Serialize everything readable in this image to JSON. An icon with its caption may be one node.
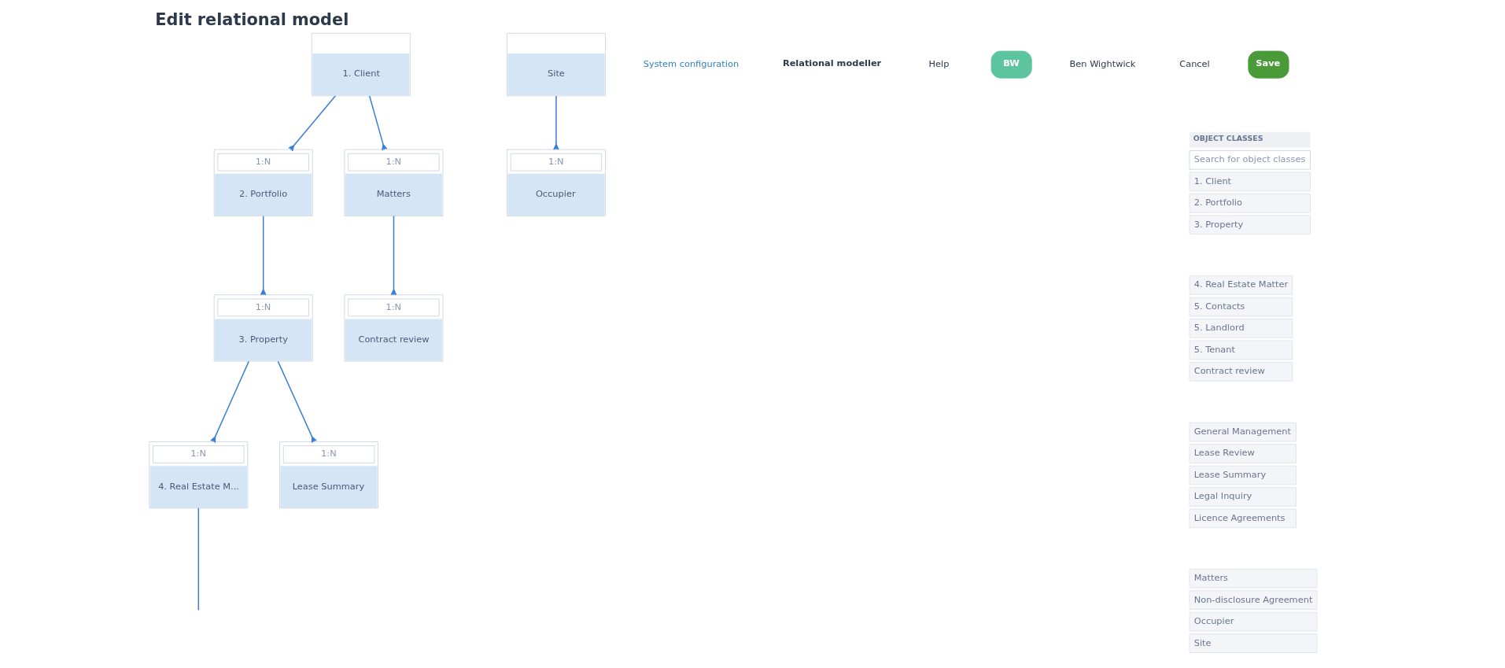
{
  "diagram": {
    "title": "Edit relational model",
    "nodes": [
      {
        "text": [
          "1. Client"
        ]
      },
      {
        "text": [
          "1:N",
          "2. Portfolio"
        ]
      },
      {
        "text": [
          "1:N",
          "Matters"
        ]
      },
      {
        "text": [
          "1:N",
          "3. Property"
        ]
      },
      {
        "text": [
          "1:N",
          "Contract review"
        ]
      },
      {
        "text": [
          "1:N",
          "4. Real Estate M..."
        ]
      },
      {
        "text": [
          "1:N",
          "Lease Summary"
        ]
      },
      {
        "text": [
          "Site"
        ]
      },
      {
        "text": [
          "1:N",
          "Occupier"
        ]
      }
    ],
    "edges": [
      {
        "from": 0,
        "to": 1,
        "arrow": "other"
      },
      {
        "from": 0,
        "to": 2,
        "arrow": "other"
      },
      {
        "from": 1,
        "to": 3,
        "arrow": "other"
      },
      {
        "from": 2,
        "to": 4,
        "arrow": "other"
      },
      {
        "from": 3,
        "to": 5,
        "arrow": "other"
      },
      {
        "from": 3,
        "to": 6,
        "arrow": "other"
      },
      {
        "from": 7,
        "to": 8,
        "arrow": "other"
      },
      {
        "from": 5,
        "to": null,
        "arrow": "none"
      }
    ],
    "labels": [
      "System configuration",
      "Relational modeller",
      "Help",
      "BW",
      "Ben Wightwick",
      "Cancel",
      "Save",
      "OBJECT CLASSES",
      "Search for object classes",
      "1. Client",
      "2. Portfolio",
      "3. Property",
      "4. Real Estate Matter",
      "5. Contacts",
      "5. Landlord",
      "5. Tenant",
      "Contract review",
      "General Management",
      "Lease Review",
      "Lease Summary",
      "Legal Inquiry",
      "Licence Agreements",
      "Matters",
      "Non-disclosure Agreement",
      "Occupier",
      "Site"
    ]
  }
}
